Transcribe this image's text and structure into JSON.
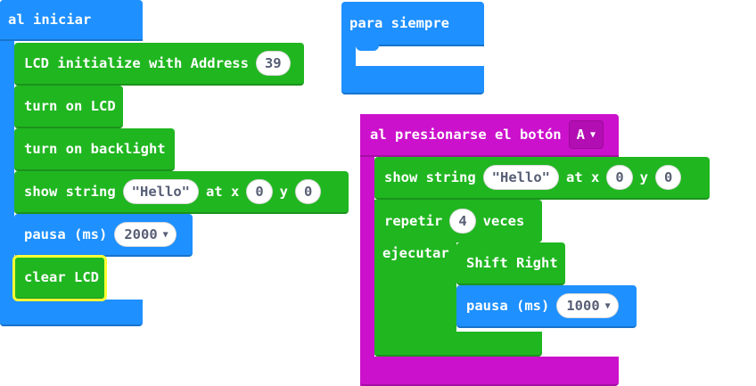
{
  "on_start": {
    "hat_label": "al iniciar",
    "lcd_init": {
      "label": "LCD initialize with Address",
      "address": "39"
    },
    "turn_on_lcd": "turn on LCD",
    "turn_on_backlight": "turn on backlight",
    "show_string": {
      "label": "show string",
      "text": "\"Hello\"",
      "at_x": "at x",
      "x": "0",
      "y_label": "y",
      "y": "0"
    },
    "pause": {
      "label": "pausa (ms)",
      "value": "2000"
    },
    "clear_lcd": "clear LCD"
  },
  "forever": {
    "hat_label": "para siempre"
  },
  "on_button": {
    "hat_label": "al presionarse el botón",
    "button": "A",
    "show_string": {
      "label": "show string",
      "text": "\"Hello\"",
      "at_x": "at x",
      "x": "0",
      "y_label": "y",
      "y": "0"
    },
    "repeat": {
      "label": "repetir",
      "count": "4",
      "times_label": "veces",
      "do_label": "ejecutar"
    },
    "shift_right": "Shift Right",
    "pause": {
      "label": "pausa (ms)",
      "value": "1000"
    }
  },
  "colors": {
    "basic_blue": "#1e90ff",
    "lcd_green": "#20b620",
    "input_magenta": "#cc11cc",
    "selection_yellow": "#ffff33"
  },
  "icons": {
    "dropdown": "caret-down-icon"
  }
}
